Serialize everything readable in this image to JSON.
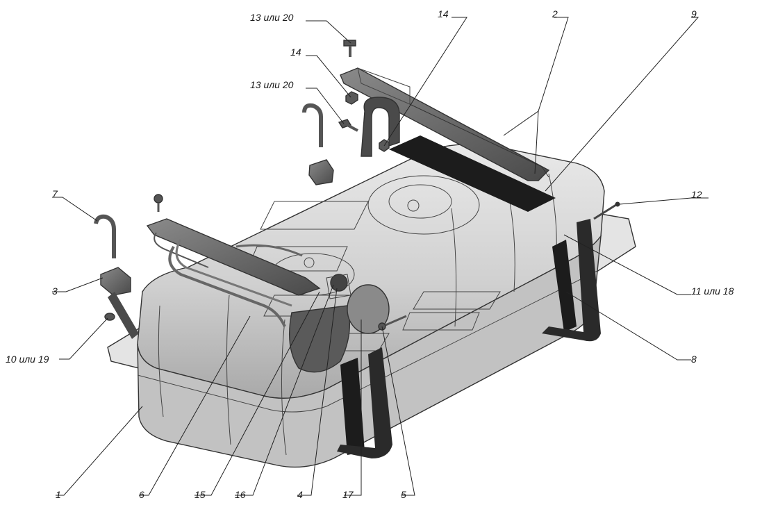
{
  "callouts": {
    "c1": "1",
    "c2": "2",
    "c3": "3",
    "c4": "4",
    "c5": "5",
    "c6": "6",
    "c7": "7",
    "c8": "8",
    "c9": "9",
    "c10_19": "10 или 19",
    "c11_18": "11 или 18",
    "c12": "12",
    "c13_20_top": "13 или 20",
    "c13_20_mid": "13 или 20",
    "c14_left": "14",
    "c14_right": "14",
    "c15": "15",
    "c16": "16",
    "c17": "17"
  },
  "colors": {
    "tank_fill": "#d8d8d8",
    "tank_shadow": "#b4b4b4",
    "part_dark": "#555555",
    "strap_black": "#1c1c1c"
  }
}
